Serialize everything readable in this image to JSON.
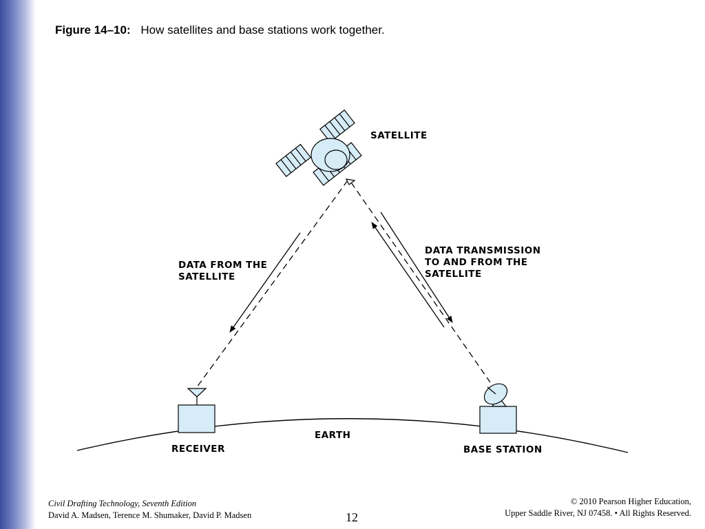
{
  "caption": {
    "figure_number": "Figure 14–10:",
    "text": "How satellites and base stations work together."
  },
  "diagram": {
    "labels": {
      "satellite": "SATELLITE",
      "data_from_line1": "DATA FROM THE",
      "data_from_line2": "SATELLITE",
      "transmission_line1": "DATA TRANSMISSION",
      "transmission_line2": "TO AND FROM THE",
      "transmission_line3": "SATELLITE",
      "receiver": "RECEIVER",
      "earth": "EARTH",
      "base_station": "BASE STATION"
    },
    "colors": {
      "fill": "#d6ecf7",
      "stroke": "#000000"
    }
  },
  "footer": {
    "book_title": "Civil Drafting Technology, Seventh Edition",
    "authors": "David A. Madsen, Terence M. Shumaker, David P. Madsen",
    "page_number": "12",
    "copyright_line1": "© 2010 Pearson Higher Education,",
    "copyright_line2": "Upper Saddle River, NJ 07458. • All Rights Reserved."
  }
}
